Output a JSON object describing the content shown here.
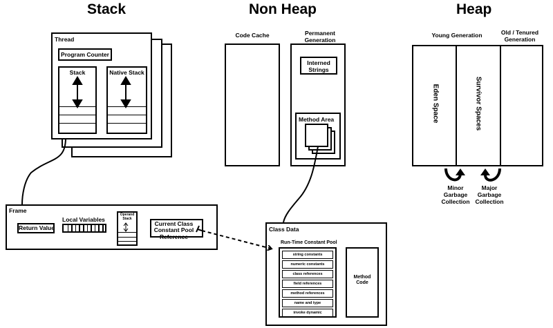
{
  "titles": {
    "stack": "Stack",
    "non_heap": "Non Heap",
    "heap": "Heap"
  },
  "thread": {
    "label": "Thread",
    "program_counter": "Program Counter",
    "stack": "Stack",
    "native_stack": "Native Stack"
  },
  "non_heap": {
    "code_cache": "Code Cache",
    "permanent_generation": "Permanent Generation",
    "interned_strings": "Interned Strings",
    "method_area": "Method Area"
  },
  "heap": {
    "young_generation": "Young Generation",
    "old_generation": "Old / Tenured Generation",
    "eden_space": "Eden Space",
    "survivor_spaces": "Survivor Spaces",
    "minor_gc": "Minor Garbage Collection",
    "major_gc": "Major Garbage Collection"
  },
  "frame": {
    "label": "Frame",
    "return_value": "Return Value",
    "local_variables": "Local Variables",
    "operand_stack": "Operand Stack",
    "ccp_reference": "Current Class Constant Pool Reference"
  },
  "class_data": {
    "label": "Class Data",
    "rtcp": "Run-Time Constant Pool",
    "rtcp_items": [
      "string constants",
      "numeric constants",
      "class references",
      "field references",
      "method references",
      "name and type",
      "invoke dynamic"
    ],
    "method_code": "Method Code"
  }
}
